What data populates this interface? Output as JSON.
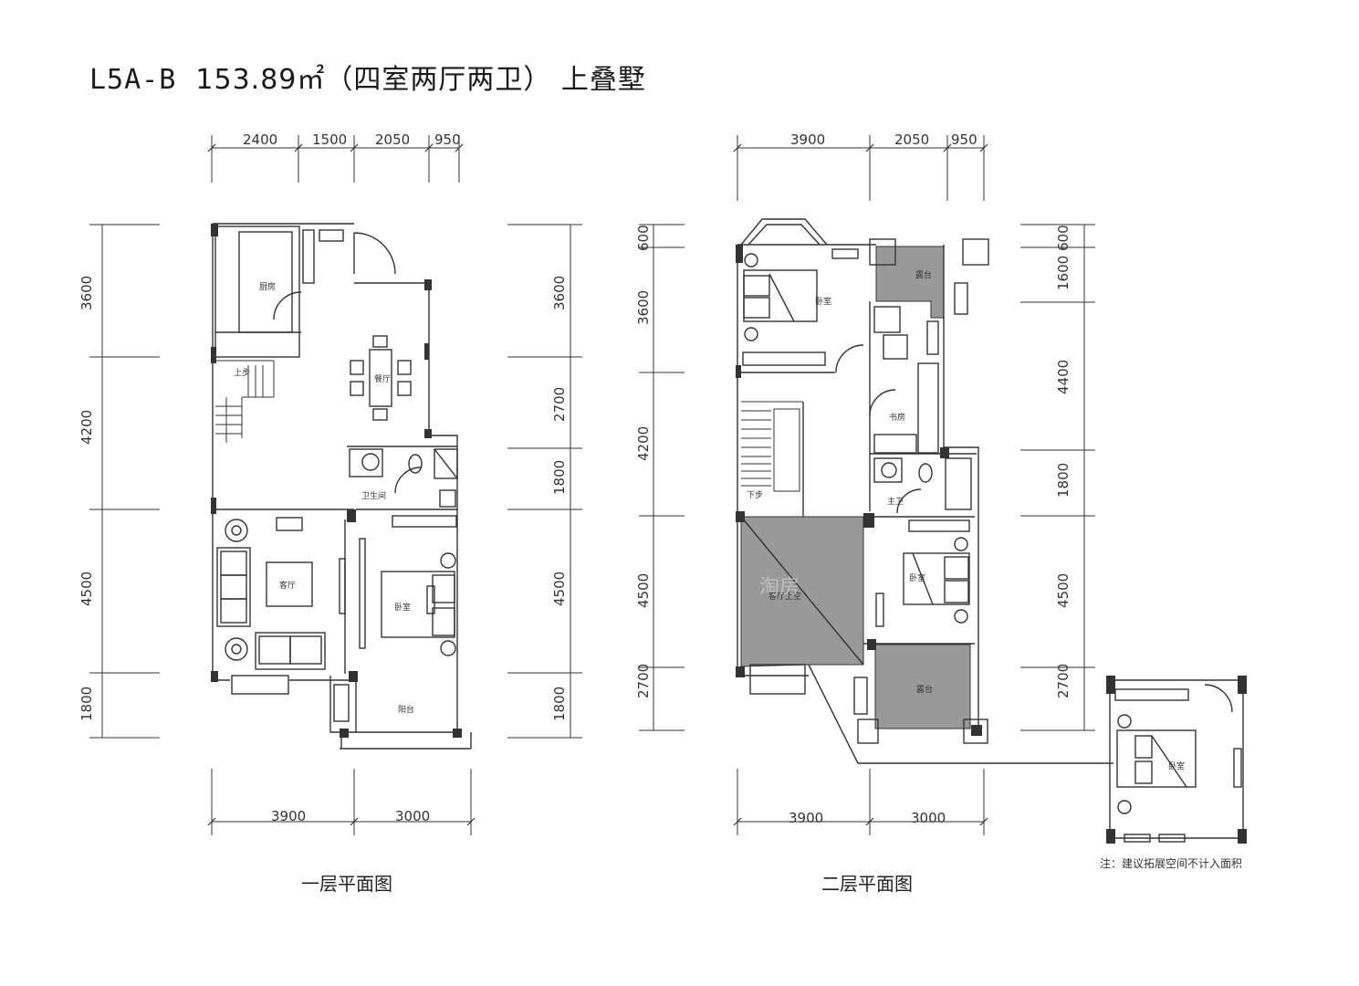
{
  "header": {
    "code": "L5A-B",
    "area_text": "153.89㎡（四室两厅两卫）",
    "type_text": "上叠墅"
  },
  "floor1": {
    "caption": "一层平面图",
    "top_dims": [
      "2400",
      "1500",
      "2050",
      "950"
    ],
    "bottom_dims": [
      "3900",
      "3000"
    ],
    "left_dims": [
      "3600",
      "4200",
      "4500",
      "1800"
    ],
    "right_dims": [
      "3600",
      "2700",
      "1800",
      "4500",
      "1800"
    ],
    "rooms": {
      "kitchen": "厨房",
      "dining": "餐厅",
      "up_stairs": "上步",
      "bathroom": "卫生间",
      "living": "客厅",
      "bedroom": "卧室",
      "balcony": "阳台"
    }
  },
  "floor2": {
    "caption": "二层平面图",
    "top_dims": [
      "3900",
      "2050",
      "950"
    ],
    "bottom_dims": [
      "3900",
      "3000"
    ],
    "left_dims": [
      "600",
      "3600",
      "4200",
      "4500",
      "2700"
    ],
    "right_dims": [
      "600",
      "1600",
      "4400",
      "1800",
      "4500",
      "2700"
    ],
    "rooms": {
      "bedroom_top": "卧室",
      "terrace_top": "露台",
      "study": "书房",
      "down_stairs": "下步",
      "master_bath": "主卫",
      "living_void": "客厅上空",
      "bedroom_mid": "卧室",
      "terrace_bottom": "露台"
    }
  },
  "extension": {
    "room": "卧室",
    "note": "注：建议拓展空间不计入面积"
  },
  "watermark": "淘房"
}
